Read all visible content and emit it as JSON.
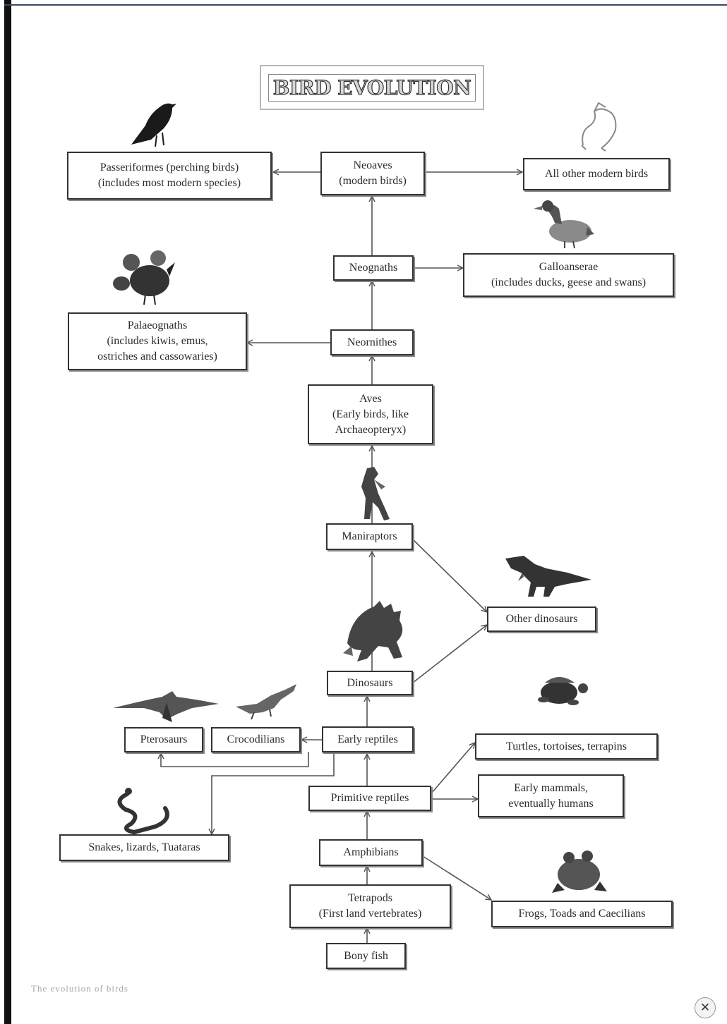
{
  "title": "BIRD EVOLUTION",
  "nodes": {
    "passeriformes": "Passeriformes (perching birds)\n(includes most modern species)",
    "neoaves": "Neoaves\n(modern birds)",
    "all_other": "All other modern birds",
    "neognaths": "Neognaths",
    "galloanserae": "Galloanserae\n(includes ducks, geese and swans)",
    "palaeognaths": "Palaeognaths\n(includes kiwis, emus,\nostriches and cassowaries)",
    "neornithes": "Neornithes",
    "aves": "Aves\n(Early birds, like\nArchaeopteryx)",
    "maniraptors": "Maniraptors",
    "other_dinosaurs": "Other dinosaurs",
    "dinosaurs": "Dinosaurs",
    "pterosaurs": "Pterosaurs",
    "crocodilians": "Crocodilians",
    "early_reptiles": "Early reptiles",
    "turtles": "Turtles, tortoises, terrapins",
    "primitive_reptiles": "Primitive reptiles",
    "early_mammals": "Early mammals,\neventually humans",
    "snakes": "Snakes, lizards, Tuataras",
    "amphibians": "Amphibians",
    "tetrapods": "Tetrapods\n(First land vertebrates)",
    "frogs": "Frogs, Toads and Caecilians",
    "bony_fish": "Bony fish"
  },
  "illustrations": [
    "crow-icon",
    "bird-skeleton-icon",
    "duck-icon",
    "kiwi-group-icon",
    "theropod-icon",
    "trex-icon",
    "stegosaurus-icon",
    "turtle-icon",
    "pterosaur-icon",
    "crocodile-icon",
    "snake-icon",
    "frog-icon"
  ],
  "caption": "The evolution of birds",
  "close_label": "✕",
  "colors": {
    "box_border": "#333333",
    "arrow": "#555555",
    "frame": "#111111"
  }
}
